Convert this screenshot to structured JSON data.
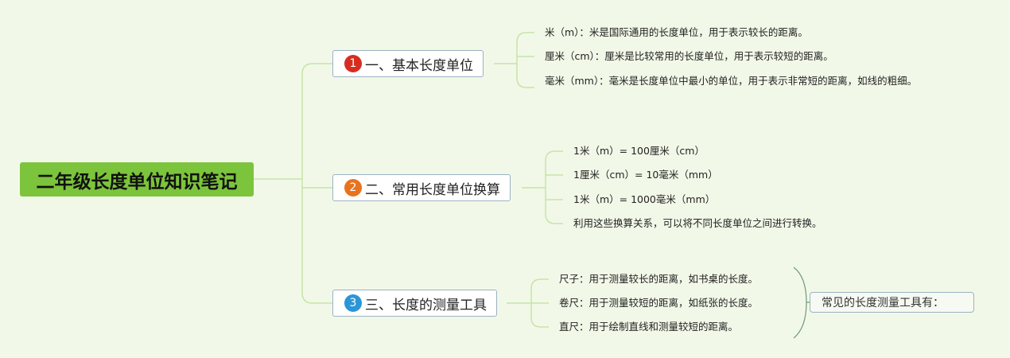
{
  "root": {
    "title": "二年级长度单位知识笔记"
  },
  "branches": [
    {
      "number": "1",
      "color": "#d62d20",
      "label": "一、基本长度单位",
      "leaves": [
        "米（m）：米是国际通用的长度单位，用于表示较长的距离。",
        "厘米（cm）：厘米是比较常用的长度单位，用于表示较短的距离。",
        "毫米（mm）：毫米是长度单位中最小的单位，用于表示非常短的距离，如线的粗细。"
      ]
    },
    {
      "number": "2",
      "color": "#e8731e",
      "label": "二、常用长度单位换算",
      "leaves": [
        "1米（m）= 100厘米（cm）",
        "1厘米（cm）= 10毫米（mm）",
        "1米（m）= 1000毫米（mm）",
        "利用这些换算关系，可以将不同长度单位之间进行转换。"
      ]
    },
    {
      "number": "3",
      "color": "#2b95d6",
      "label": "三、长度的测量工具",
      "leaves": [
        "尺子：用于测量较长的距离，如书桌的长度。",
        "卷尺：用于测量较短的距离，如纸张的长度。",
        "直尺：用于绘制直线和测量较短的距离。"
      ]
    }
  ],
  "summary": {
    "label": "常见的长度测量工具有："
  },
  "colors": {
    "background": "#f2f8e8",
    "root": "#7cc43b",
    "connector": "#c6e4a8",
    "branch_border": "#9ab2c4"
  }
}
